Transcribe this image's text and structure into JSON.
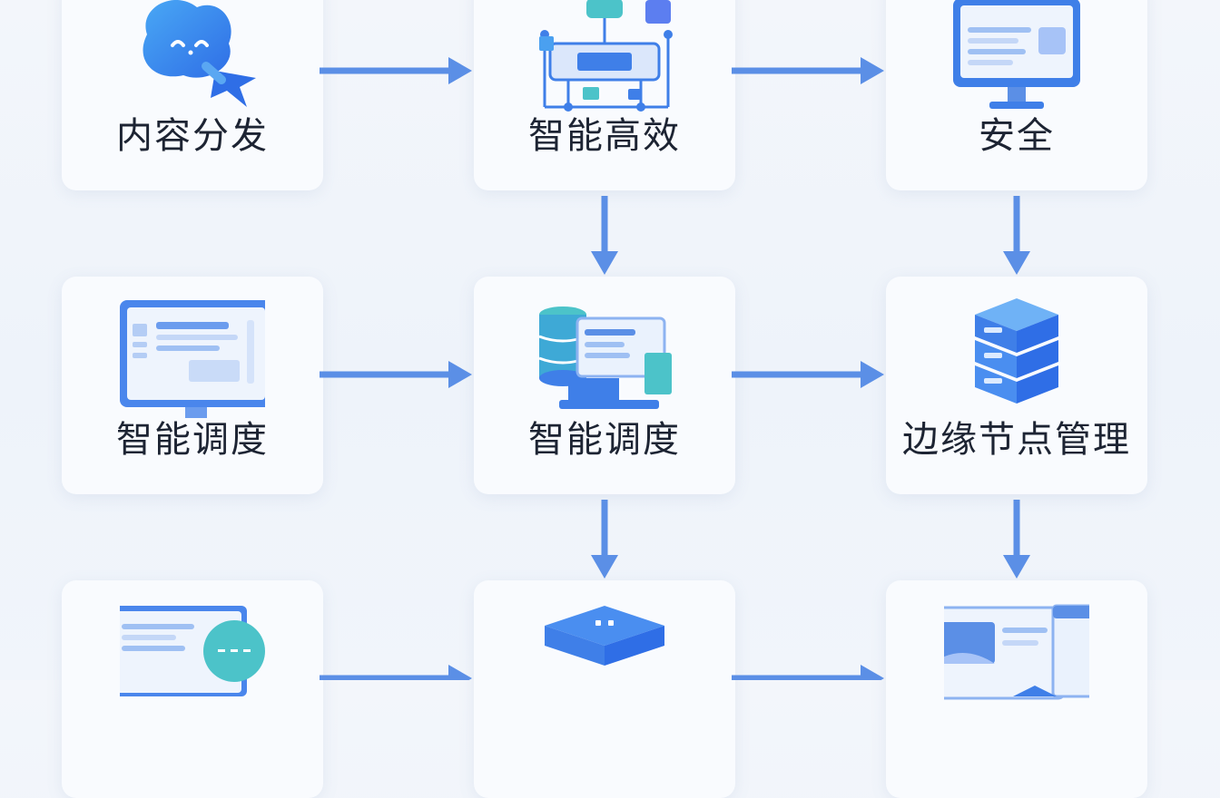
{
  "nodes": [
    {
      "id": "n1",
      "label": "内容分发",
      "icon": "mascot-rocket-icon"
    },
    {
      "id": "n2",
      "label": "智能高效",
      "icon": "circuit-board-icon"
    },
    {
      "id": "n3",
      "label": "安全",
      "icon": "monitor-icon"
    },
    {
      "id": "n4",
      "label": "智能调度",
      "icon": "monitor-dashboard-icon"
    },
    {
      "id": "n5",
      "label": "智能调度",
      "icon": "database-terminal-icon"
    },
    {
      "id": "n6",
      "label": "边缘节点管理",
      "icon": "server-stack-icon"
    },
    {
      "id": "n7",
      "label": "",
      "icon": "chat-window-icon"
    },
    {
      "id": "n8",
      "label": "",
      "icon": "layered-server-icon"
    },
    {
      "id": "n9",
      "label": "",
      "icon": "media-dashboard-icon"
    }
  ],
  "edges": [
    {
      "from": "n1",
      "to": "n2"
    },
    {
      "from": "n2",
      "to": "n3"
    },
    {
      "from": "n4",
      "to": "n5"
    },
    {
      "from": "n5",
      "to": "n6"
    },
    {
      "from": "n2",
      "to": "n5"
    },
    {
      "from": "n3",
      "to": "n6"
    },
    {
      "from": "n7",
      "to": "n8"
    },
    {
      "from": "n8",
      "to": "n9"
    },
    {
      "from": "n5",
      "to": "n8"
    },
    {
      "from": "n6",
      "to": "n9"
    }
  ],
  "colors": {
    "arrow": "#5b8fe6",
    "primary": "#3f7fe8",
    "teal": "#4cc3c9",
    "light": "#dbe7fb"
  }
}
